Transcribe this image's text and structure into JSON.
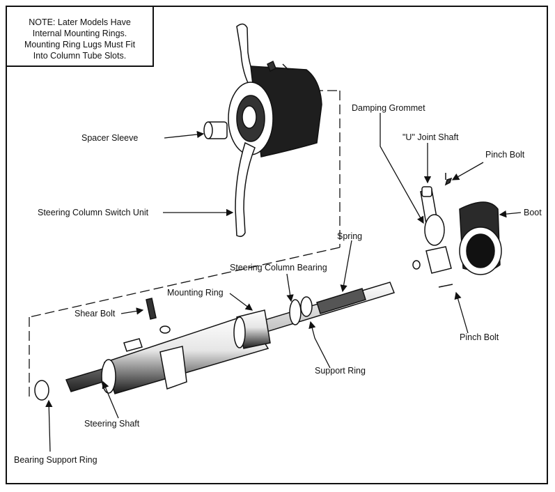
{
  "note": {
    "lines": [
      "NOTE: Later Models Have",
      "Internal Mounting Rings.",
      "Mounting Ring Lugs Must Fit",
      "Into Column Tube Slots."
    ]
  },
  "labels": {
    "spacer_sleeve": "Spacer Sleeve",
    "switch_unit": "Steering Column Switch Unit",
    "damping_grommet": "Damping Grommet",
    "u_joint_shaft": "\"U\" Joint Shaft",
    "pinch_bolt_top": "Pinch Bolt",
    "boot": "Boot",
    "spring": "Spring",
    "column_bearing": "Steering Column Bearing",
    "mounting_ring": "Mounting Ring",
    "shear_bolt": "Shear Bolt",
    "support_ring": "Support Ring",
    "pinch_bolt_bottom": "Pinch Bolt",
    "steering_shaft": "Steering Shaft",
    "bearing_support_ring": "Bearing Support Ring"
  },
  "colors": {
    "ink": "#111111",
    "paper": "#ffffff",
    "shade": "#3a3a3a"
  }
}
